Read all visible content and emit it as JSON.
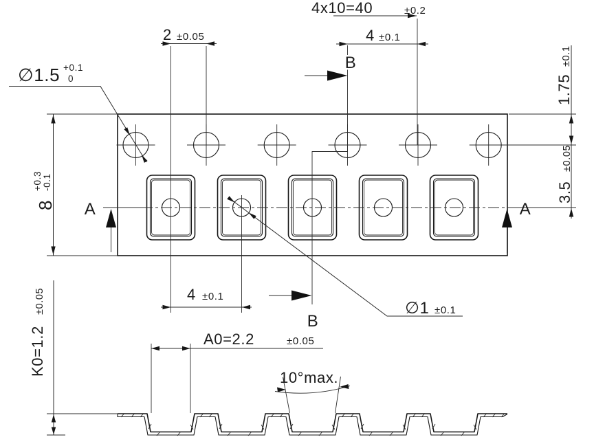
{
  "dimensions": {
    "pitch_total": {
      "value": "4x10=40",
      "tol": "±0.2"
    },
    "hole_to_pocket": {
      "value": "2",
      "tol": "±0.05"
    },
    "sprocket_pitch": {
      "value": "4",
      "tol": "±0.1"
    },
    "edge_to_sprocket": {
      "value": "1.75",
      "tol": "±0.1"
    },
    "sprocket_to_center": {
      "value": "3.5",
      "tol": "±0.05"
    },
    "tape_width": {
      "value": "8",
      "tol_upper": "+0.3",
      "tol_lower": "-0.1"
    },
    "sprocket_hole_dia": {
      "value": "∅1.5",
      "tol_upper": "+0.1",
      "tol_lower": "0"
    },
    "pocket_pitch": {
      "value": "4",
      "tol": "±0.1"
    },
    "center_hole_dia": {
      "value": "∅1",
      "tol": "±0.1"
    },
    "pocket_width": {
      "value": "A0=2.2",
      "tol": "±0.05"
    },
    "pocket_depth": {
      "value": "K0=1.2",
      "tol": "±0.05"
    },
    "draft_angle": {
      "value": "10°max."
    }
  },
  "sections": {
    "a": "A",
    "b": "B"
  },
  "colors": {
    "line": "#161616",
    "background": "#ffffff"
  }
}
